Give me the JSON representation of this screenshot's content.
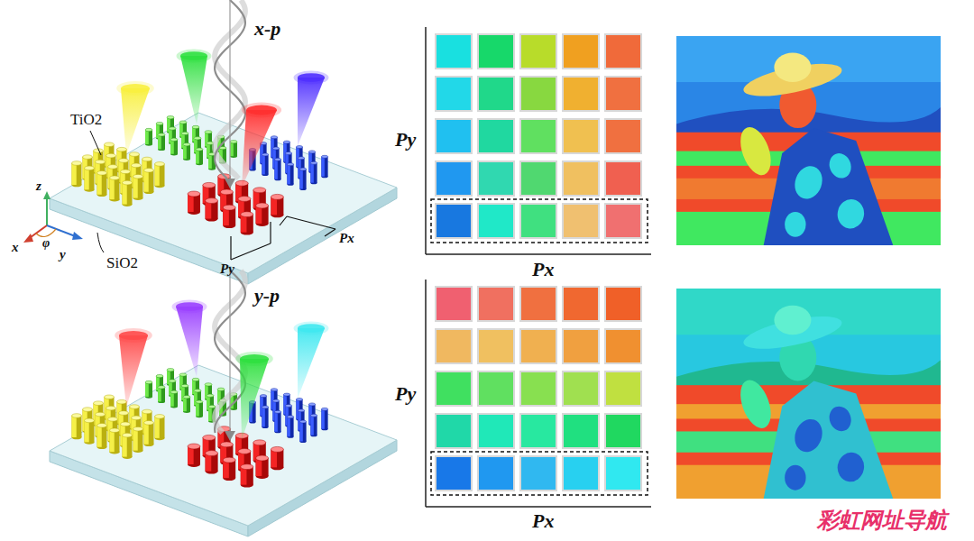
{
  "diagram": {
    "labels": [
      "x-p",
      "TiO2",
      "z",
      "φ",
      "x",
      "y",
      "SiO2",
      "Py",
      "Px",
      "y-p",
      "Py",
      "Px",
      "Py",
      "Px",
      "彩虹网址导航"
    ]
  }
}
